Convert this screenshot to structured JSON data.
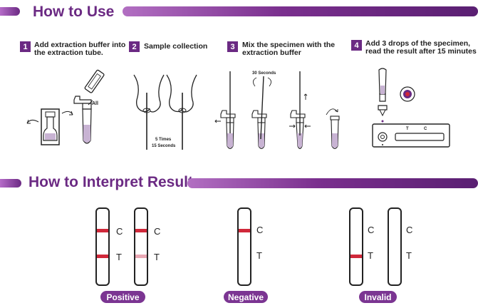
{
  "use_section": {
    "title": "How to Use"
  },
  "steps": [
    {
      "number": "1",
      "text": "Add extraction buffer into\nthe extraction tube."
    },
    {
      "number": "2",
      "text": "Sample collection"
    },
    {
      "number": "3",
      "text": "Mix the specimen with the\nextraction buffer"
    },
    {
      "number": "4",
      "text": "Add 3 drops of the specimen,\nread the result after 15 minutes"
    }
  ],
  "illustration_labels": {
    "all": "All",
    "times": "5 Times",
    "seconds15": "15 Seconds",
    "seconds30": "30 Seconds",
    "cassette_t": "T",
    "cassette_c": "C"
  },
  "interpret_section": {
    "title": "How to Interpret Result"
  },
  "strip_labels": {
    "c": "C",
    "t": "T"
  },
  "results": [
    {
      "label": "Positive"
    },
    {
      "label": "Negative"
    },
    {
      "label": "Invalid"
    }
  ],
  "colors": {
    "brand": "#6b2a83",
    "line_strong": "#d0283a",
    "line_faint": "#e9a8b4"
  }
}
